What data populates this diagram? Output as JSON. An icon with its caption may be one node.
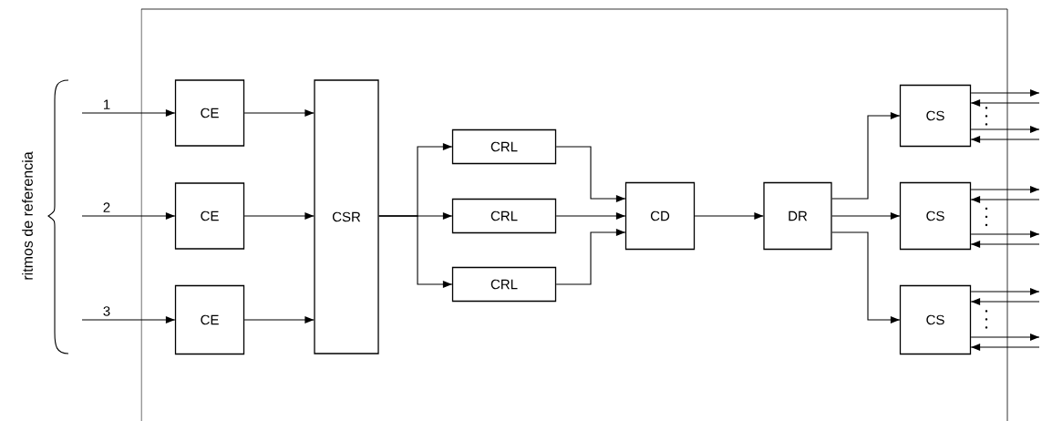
{
  "diagram": {
    "nodes": [
      {
        "text": [
          "CE"
        ]
      },
      {
        "text": [
          "CE"
        ]
      },
      {
        "text": [
          "CE"
        ]
      },
      {
        "text": [
          "CSR"
        ]
      },
      {
        "text": [
          "CRL"
        ]
      },
      {
        "text": [
          "CRL"
        ]
      },
      {
        "text": [
          "CRL"
        ]
      },
      {
        "text": [
          "CD"
        ]
      },
      {
        "text": [
          "DR"
        ]
      },
      {
        "text": [
          "CS"
        ]
      },
      {
        "text": [
          "CS"
        ]
      },
      {
        "text": [
          "CS"
        ]
      }
    ],
    "edges": [
      {
        "from": null,
        "to": 0,
        "arrow": "to",
        "label": "1"
      },
      {
        "from": null,
        "to": 1,
        "arrow": "to",
        "label": "2"
      },
      {
        "from": null,
        "to": 2,
        "arrow": "to",
        "label": "3"
      },
      {
        "from": 0,
        "to": 3,
        "arrow": "to"
      },
      {
        "from": 1,
        "to": 3,
        "arrow": "to"
      },
      {
        "from": 2,
        "to": 3,
        "arrow": "to"
      },
      {
        "from": 3,
        "to": 4,
        "arrow": "to"
      },
      {
        "from": 3,
        "to": 5,
        "arrow": "to"
      },
      {
        "from": 3,
        "to": 6,
        "arrow": "to"
      },
      {
        "from": 4,
        "to": 7,
        "arrow": "to"
      },
      {
        "from": 5,
        "to": 7,
        "arrow": "to"
      },
      {
        "from": 6,
        "to": 7,
        "arrow": "to"
      },
      {
        "from": 7,
        "to": 8,
        "arrow": "to"
      },
      {
        "from": 8,
        "to": 9,
        "arrow": "to"
      },
      {
        "from": 8,
        "to": 10,
        "arrow": "to"
      },
      {
        "from": 8,
        "to": 11,
        "arrow": "to"
      },
      {
        "from": 9,
        "to": null,
        "arrow": "to"
      },
      {
        "from": null,
        "to": 9,
        "arrow": "to"
      },
      {
        "from": 9,
        "to": null,
        "arrow": "to"
      },
      {
        "from": null,
        "to": 9,
        "arrow": "to"
      },
      {
        "from": 10,
        "to": null,
        "arrow": "to"
      },
      {
        "from": null,
        "to": 10,
        "arrow": "to"
      },
      {
        "from": 10,
        "to": null,
        "arrow": "to"
      },
      {
        "from": null,
        "to": 10,
        "arrow": "to"
      },
      {
        "from": 11,
        "to": null,
        "arrow": "to"
      },
      {
        "from": null,
        "to": 11,
        "arrow": "to"
      },
      {
        "from": 11,
        "to": null,
        "arrow": "to"
      },
      {
        "from": null,
        "to": 11,
        "arrow": "to"
      }
    ],
    "labels": [
      "ritmos de referencia"
    ]
  }
}
